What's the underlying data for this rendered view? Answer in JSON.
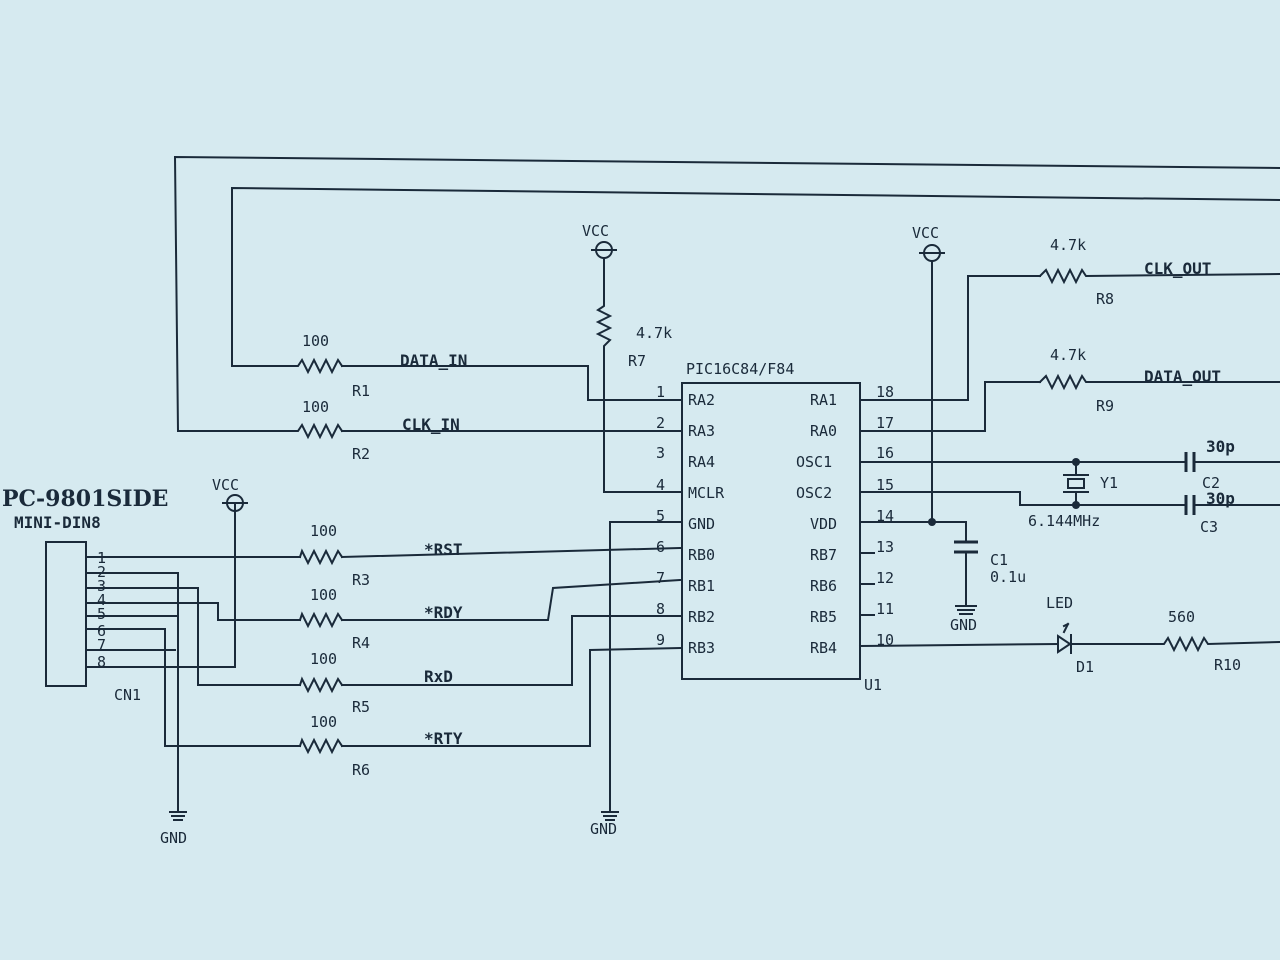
{
  "connector": {
    "side_label": "PC-9801SIDE",
    "type_label": "MINI-DIN8",
    "ref": "CN1",
    "pins": [
      "1",
      "2",
      "3",
      "4",
      "5",
      "6",
      "7",
      "8"
    ]
  },
  "ic": {
    "part": "PIC16C84/F84",
    "ref": "U1",
    "left_pins": [
      {
        "num": "1",
        "name": "RA2"
      },
      {
        "num": "2",
        "name": "RA3"
      },
      {
        "num": "3",
        "name": "RA4"
      },
      {
        "num": "4",
        "name": "MCLR"
      },
      {
        "num": "5",
        "name": "GND"
      },
      {
        "num": "6",
        "name": "RB0"
      },
      {
        "num": "7",
        "name": "RB1"
      },
      {
        "num": "8",
        "name": "RB2"
      },
      {
        "num": "9",
        "name": "RB3"
      }
    ],
    "right_pins": [
      {
        "num": "18",
        "name": "RA1"
      },
      {
        "num": "17",
        "name": "RA0"
      },
      {
        "num": "16",
        "name": "OSC1"
      },
      {
        "num": "15",
        "name": "OSC2"
      },
      {
        "num": "14",
        "name": "VDD"
      },
      {
        "num": "13",
        "name": "RB7"
      },
      {
        "num": "12",
        "name": "RB6"
      },
      {
        "num": "11",
        "name": "RB5"
      },
      {
        "num": "10",
        "name": "RB4"
      }
    ]
  },
  "resistors": [
    {
      "ref": "R1",
      "value": "100"
    },
    {
      "ref": "R2",
      "value": "100"
    },
    {
      "ref": "R3",
      "value": "100"
    },
    {
      "ref": "R4",
      "value": "100"
    },
    {
      "ref": "R5",
      "value": "100"
    },
    {
      "ref": "R6",
      "value": "100"
    },
    {
      "ref": "R7",
      "value": "4.7k"
    },
    {
      "ref": "R8",
      "value": "4.7k"
    },
    {
      "ref": "R9",
      "value": "4.7k"
    },
    {
      "ref": "R10",
      "value": "560"
    }
  ],
  "nets": {
    "data_in": "DATA_IN",
    "clk_in": "CLK_IN",
    "rst": "*RST",
    "rdy": "*RDY",
    "rxd": "RxD",
    "rty": "*RTY",
    "clk_out": "CLK_OUT",
    "data_out": "DATA_OUT"
  },
  "power": {
    "vcc": "VCC",
    "gnd": "GND"
  },
  "crystal": {
    "ref": "Y1",
    "value": "6.144MHz"
  },
  "capacitors": [
    {
      "ref": "C1",
      "value": "0.1u"
    },
    {
      "ref": "C2",
      "value": "30p"
    },
    {
      "ref": "C3",
      "value": "30p"
    }
  ],
  "led": {
    "label": "LED",
    "ref": "D1"
  }
}
